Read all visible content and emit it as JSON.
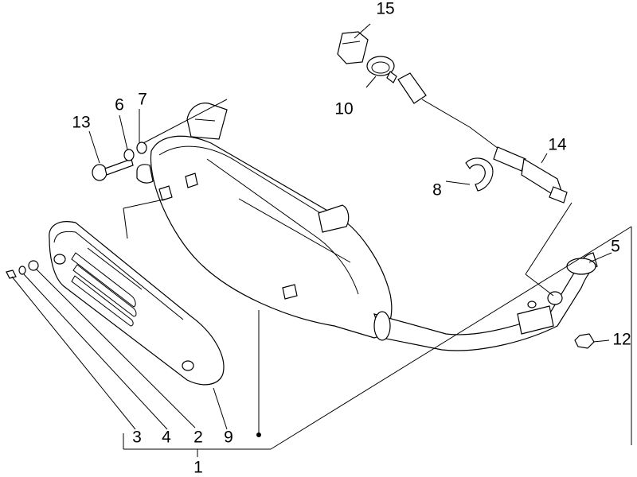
{
  "labels": {
    "l1": "1",
    "l2": "2",
    "l3": "3",
    "l4": "4",
    "l5": "5",
    "l6": "6",
    "l7": "7",
    "l8": "8",
    "l9": "9",
    "l10": "10",
    "l12": "12",
    "l13": "13",
    "l14": "14",
    "l15": "15"
  }
}
